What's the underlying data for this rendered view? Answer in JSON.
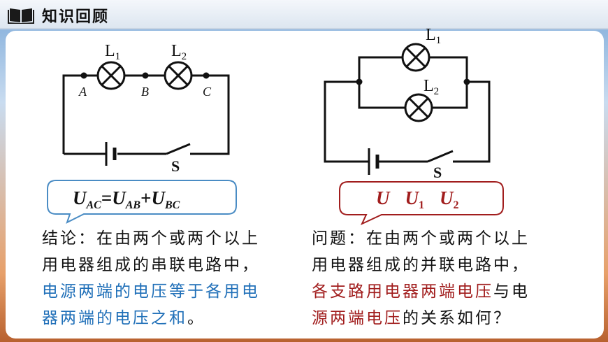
{
  "header": {
    "title": "知识回顾",
    "icon": "book-icon"
  },
  "left_circuit": {
    "lamp1_label": "L",
    "lamp1_sub": "1",
    "lamp2_label": "L",
    "lamp2_sub": "2",
    "point_a": "A",
    "point_b": "B",
    "point_c": "C",
    "switch_label": "S",
    "formula": {
      "u1": "U",
      "s1": "AC",
      "eq": "=",
      "u2": "U",
      "s2": "AB",
      "plus": "+",
      "u3": "U",
      "s3": "BC"
    }
  },
  "right_circuit": {
    "lamp1_label": "L",
    "lamp1_sub": "1",
    "lamp2_label": "L",
    "lamp2_sub": "2",
    "switch_label": "S",
    "formula": {
      "u": "U",
      "u1": "U",
      "s1": "1",
      "u2": "U",
      "s2": "2"
    }
  },
  "left_text": {
    "line1": "结论：在由两个或两个以上",
    "line2": "用电器组成的串联电路中，",
    "line3": "电源两端的电压等于各用电",
    "line4a": "器两端的电压之和",
    "line4b": "。"
  },
  "right_text": {
    "line1": "问题：在由两个或两个以上",
    "line2": "用电器组成的并联电路中，",
    "line3a": "各支路用电器两端电压",
    "line3b": "与电",
    "line4a": "源两端电压",
    "line4b": "的关系如何？"
  },
  "colors": {
    "blue_bubble": "#4a8cc4",
    "red_bubble": "#a11d1d",
    "blue_text": "#1f6fb8",
    "red_text": "#a11d1d"
  }
}
